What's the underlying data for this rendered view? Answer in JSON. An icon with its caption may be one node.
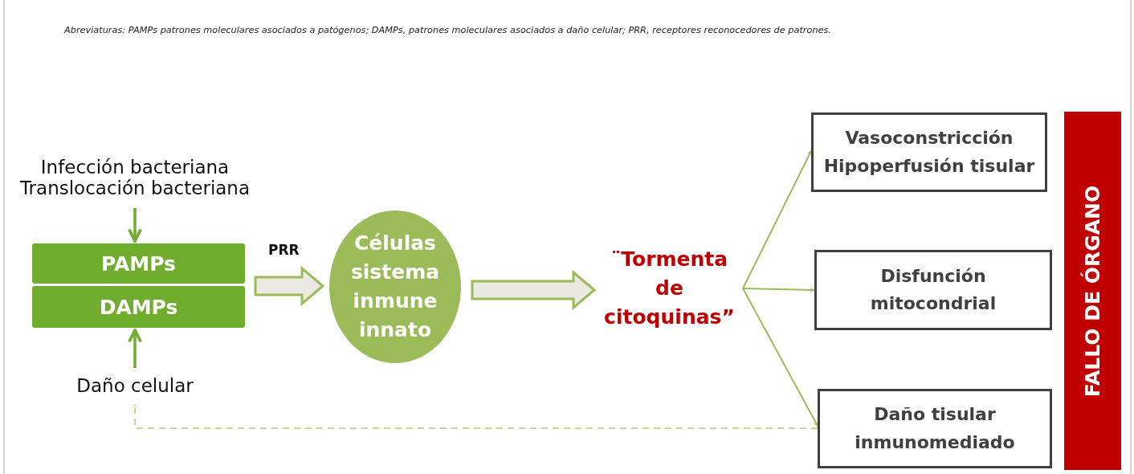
{
  "diagram": {
    "nodes": [
      {
        "text": [
          "Infección bacteriana",
          "Translocación bacteriana"
        ]
      },
      {
        "text": [
          "PAMPs"
        ]
      },
      {
        "text": [
          "DAMPs"
        ]
      },
      {
        "text": [
          "Daño celular"
        ]
      },
      {
        "text": [
          "Células sistema inmune innato"
        ]
      },
      {
        "text": [
          "¨Tormenta de citoquinas”"
        ]
      },
      {
        "text": [
          "Vasoconstricción Hipoperfusión tisular"
        ]
      },
      {
        "text": [
          "Disfunción mitocondrial"
        ]
      },
      {
        "text": [
          "Daño tisular inmunomediado"
        ]
      },
      {
        "text": [
          "FALLO DE ÓRGANO"
        ]
      }
    ],
    "edges": [
      {
        "from": 0,
        "to": 1,
        "arrow": "to",
        "color": "#70ad2f"
      },
      {
        "from": 3,
        "to": 2,
        "arrow": "to",
        "color": "#70ad2f"
      },
      {
        "from": 1,
        "to": 4,
        "arrow": "to",
        "label": "PRR",
        "style": "thick"
      },
      {
        "from": 2,
        "to": 4,
        "arrow": "to",
        "style": "thick"
      },
      {
        "from": 4,
        "to": 5,
        "arrow": "to",
        "style": "thick"
      },
      {
        "from": 5,
        "to": 6,
        "arrow": "to"
      },
      {
        "from": 5,
        "to": 7,
        "arrow": "to"
      },
      {
        "from": 5,
        "to": 8,
        "arrow": "to"
      },
      {
        "from": 8,
        "to": 3,
        "arrow": "to",
        "style": "dashed",
        "color": "#c3d69b"
      }
    ],
    "labels": [
      "Abreviaturas: PAMPs patrones moleculares asociados a patógenos; DAMPs, patrones moleculares asociados a daño celular; PRR, receptores reconocedores de patrones."
    ]
  }
}
